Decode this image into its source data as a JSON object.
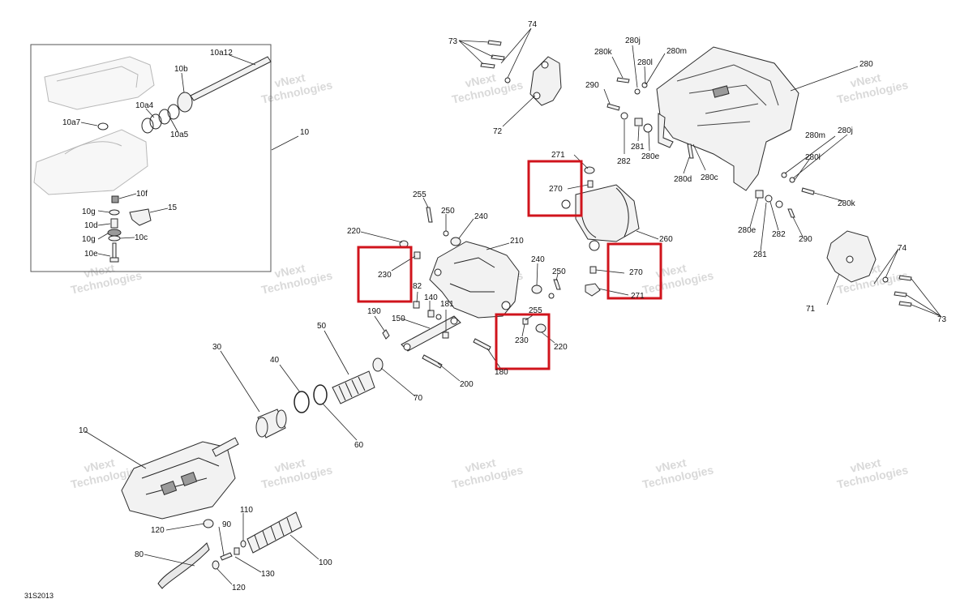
{
  "diagram_code": "31S2013",
  "watermark": {
    "line1": "vNext",
    "line2": "Technologies",
    "small": "vNext Technologies"
  },
  "highlight_color": "#d0141c",
  "callouts": {
    "c73a": "73",
    "c74a": "74",
    "c72": "72",
    "c280k": "280k",
    "c280j": "280j",
    "c280l": "280l",
    "c280m": "280m",
    "c280": "280",
    "c290a": "290",
    "c282a": "282",
    "c281a": "281",
    "c280ea": "280e",
    "c280d": "280d",
    "c280c": "280c",
    "c280mb": "280m",
    "c280jb": "280j",
    "c280lb": "280l",
    "c280kb": "280k",
    "c280eb": "280e",
    "c282b": "282",
    "c290b": "290",
    "c281b": "281",
    "c74b": "74",
    "c73b": "73",
    "c71": "71",
    "c271a": "271",
    "c270a": "270",
    "c260": "260",
    "c270b": "270",
    "c271b": "271",
    "c255a": "255",
    "c250a": "250",
    "c240a": "240",
    "c210": "210",
    "c220a": "220",
    "c230a": "230",
    "c82": "82",
    "c240b": "240",
    "c250b": "250",
    "c190": "190",
    "c150": "150",
    "c140": "140",
    "c181": "181",
    "c255b": "255",
    "c230b": "230",
    "c220b": "220",
    "c180": "180",
    "c200": "200",
    "c10a12": "10a12",
    "c10b": "10b",
    "c10a4": "10a4",
    "c10a7": "10a7",
    "c10a5": "10a5",
    "c10": "10",
    "c10f": "10f",
    "c10g": "10g",
    "c10d": "10d",
    "c15": "15",
    "c10gb": "10g",
    "c10c": "10c",
    "c10e": "10e",
    "c50": "50",
    "c30": "30",
    "c40": "40",
    "c70": "70",
    "c60": "60",
    "c10main": "10",
    "c110": "110",
    "c120a": "120",
    "c90": "90",
    "c100": "100",
    "c80": "80",
    "c130": "130",
    "c120b": "120"
  }
}
